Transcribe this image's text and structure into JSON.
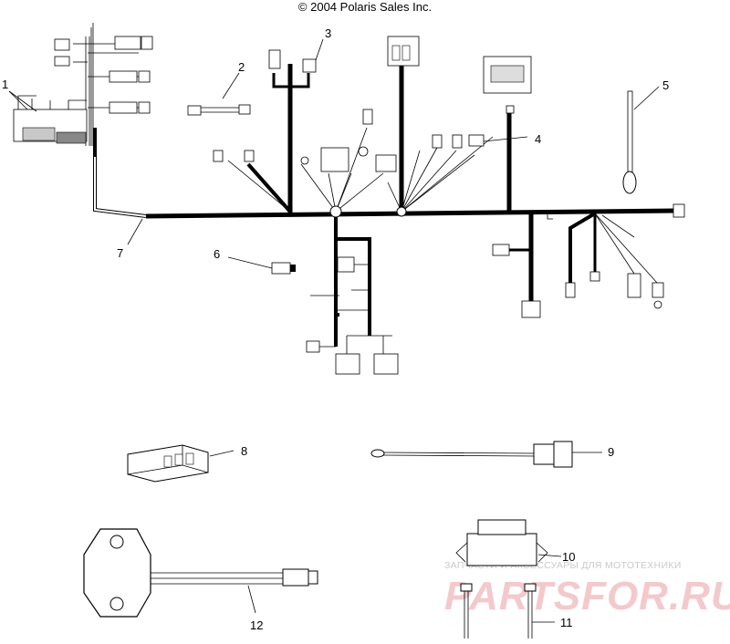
{
  "header": {
    "copyright": "© 2004 Polaris Sales Inc."
  },
  "callouts": {
    "c1": "1",
    "c2": "2",
    "c3": "3",
    "c4": "4",
    "c5": "5",
    "c6": "6",
    "c7": "7",
    "c8": "8",
    "c9": "9",
    "c10": "10",
    "c11": "11",
    "c12": "12"
  },
  "watermark": {
    "tagline": "ЗАПЧАСТИ И АКСЕССУАРЫ ДЛЯ МОТОТЕХНИКИ",
    "brand": "PARTSFOR.RU"
  }
}
